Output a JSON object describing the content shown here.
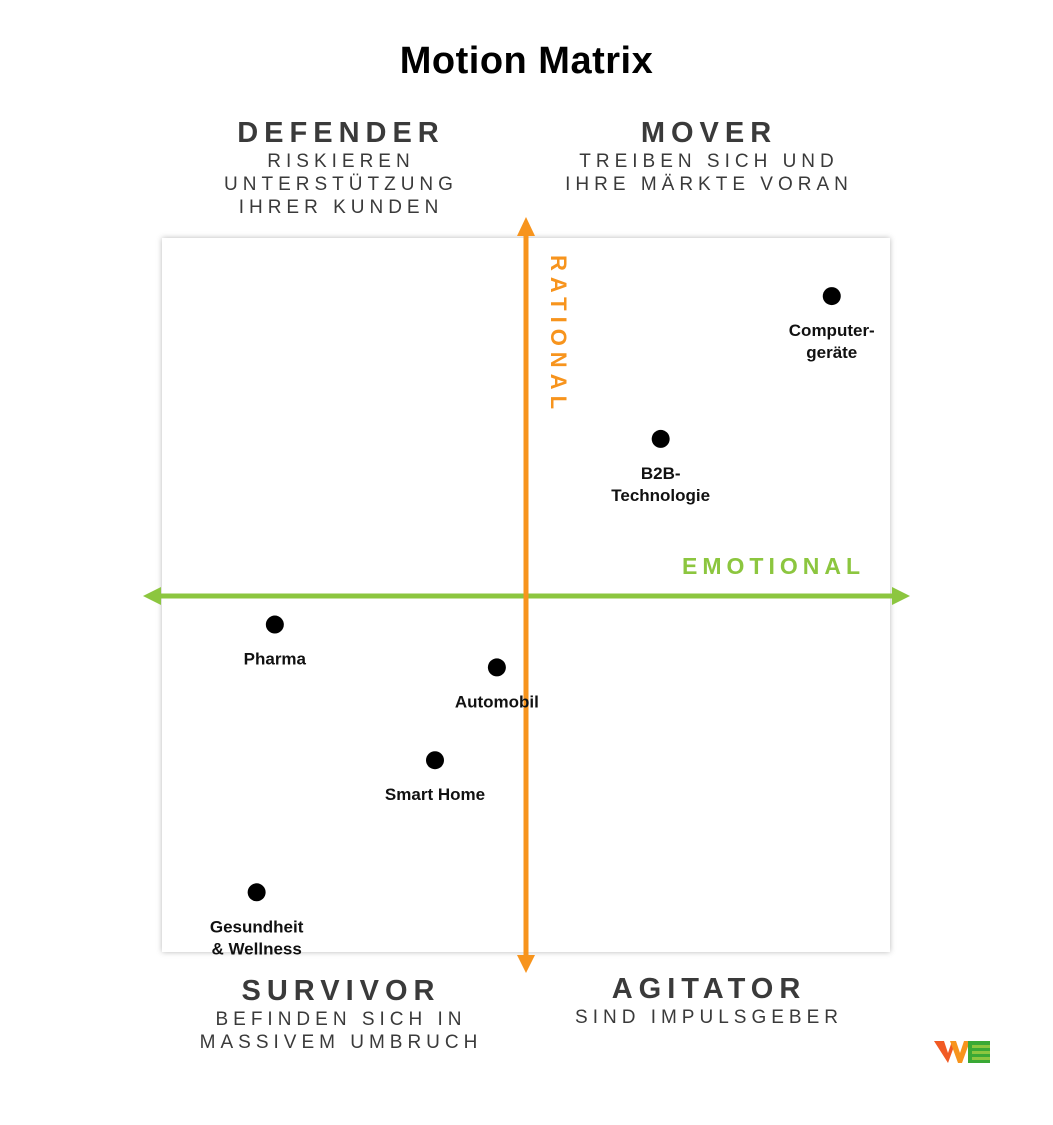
{
  "title": "Motion Matrix",
  "quadrants": {
    "top_left": {
      "name": "DEFENDER",
      "desc": [
        "RISKIEREN",
        "UNTERSTÜTZUNG",
        "IHRER KUNDEN"
      ]
    },
    "top_right": {
      "name": "MOVER",
      "desc": [
        "TREIBEN SICH UND",
        "IHRE MÄRKTE VORAN"
      ]
    },
    "bottom_left": {
      "name": "SURVIVOR",
      "desc": [
        "BEFINDEN SICH IN",
        "MASSIVEM UMBRUCH"
      ]
    },
    "bottom_right": {
      "name": "AGITATOR",
      "desc": [
        "SIND IMPULSGEBER"
      ]
    }
  },
  "colors": {
    "vertical_axis": "#f7941d",
    "horizontal_axis": "#8cc63f",
    "point": "#000000"
  },
  "chart_data": {
    "type": "scatter",
    "title": "Motion Matrix",
    "xlabel": "EMOTIONAL",
    "ylabel": "RATIONAL",
    "xlim": [
      -1,
      1
    ],
    "ylim": [
      -1,
      1
    ],
    "grid": false,
    "points": [
      {
        "label": [
          "Computer-",
          "geräte"
        ],
        "x": 0.84,
        "y": 0.84
      },
      {
        "label": [
          "B2B-",
          "Technologie"
        ],
        "x": 0.37,
        "y": 0.44
      },
      {
        "label": [
          "Pharma"
        ],
        "x": -0.69,
        "y": -0.08
      },
      {
        "label": [
          "Automobil"
        ],
        "x": -0.08,
        "y": -0.2
      },
      {
        "label": [
          "Smart Home"
        ],
        "x": -0.25,
        "y": -0.46
      },
      {
        "label": [
          "Gesundheit",
          "& Wellness"
        ],
        "x": -0.74,
        "y": -0.83
      }
    ]
  }
}
